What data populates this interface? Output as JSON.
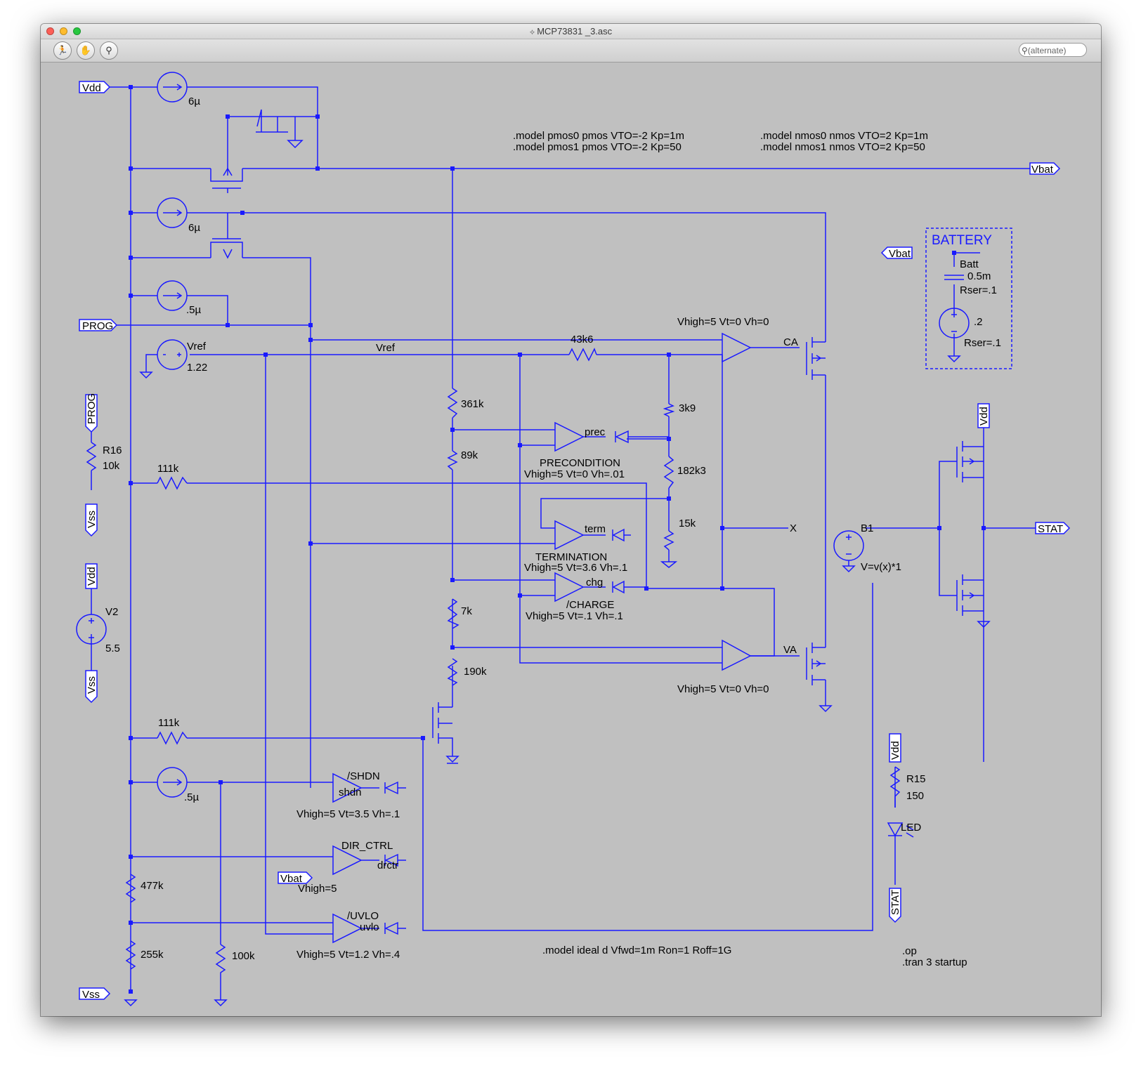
{
  "window": {
    "title": "MCP73831 _3.asc",
    "search_placeholder": "(alternate)",
    "colors": {
      "wire": "#1a1aff",
      "canvas": "#c0c0c0",
      "close": "#fd5f57",
      "minimize": "#febc2e",
      "zoom": "#28c840"
    }
  },
  "toolbar": {
    "tools": [
      {
        "name": "run-icon",
        "glyph": "🏃"
      },
      {
        "name": "pan-hand-icon",
        "glyph": "✋"
      },
      {
        "name": "probe-icon",
        "glyph": "⚲"
      }
    ]
  },
  "schematic": {
    "models": {
      "pmos0": ".model pmos0 pmos VTO=-2 Kp=1m",
      "pmos1": ".model pmos1 pmos VTO=-2 Kp=50",
      "nmos0": ".model nmos0 nmos VTO=2 Kp=1m",
      "nmos1": ".model nmos1 nmos VTO=2 Kp=50",
      "diode": ".model ideal d Vfwd=1m Ron=1 Roff=1G",
      "op": ".op",
      "tran": ".tran 3 startup"
    },
    "nets": {
      "vdd": "Vdd",
      "vbat": "Vbat",
      "prog": "PROG",
      "vss": "Vss",
      "stat": "STAT",
      "vref": "Vref",
      "x": "X"
    },
    "sources": {
      "i6a": "6µ",
      "i6b": "6µ",
      "i05a": ".5µ",
      "i05b": ".5µ",
      "vref_value": "1.22",
      "v2_name": "V2",
      "v2_value": "5.5",
      "b1_name": "B1",
      "b1_expr": "V=v(x)*1"
    },
    "resistors": {
      "r16_name": "R16",
      "r16_value": "10k",
      "r111k_a": "111k",
      "r111k_b": "111k",
      "r43k6": "43k6",
      "r361k": "361k",
      "r89k": "89k",
      "r7k": "7k",
      "r190k": "190k",
      "r3k9": "3k9",
      "r182k3": "182k3",
      "r15k": "15k",
      "r477k": "477k",
      "r255k": "255k",
      "r100k": "100k",
      "r15_name": "R15",
      "r15_value": "150"
    },
    "comparators": {
      "ca_label": "CA",
      "ca_params": "Vhigh=5 Vt=0 Vh=0",
      "va_label": "VA",
      "va_params": "Vhigh=5 Vt=0 Vh=0",
      "prec_out": "prec",
      "prec_name": "PRECONDITION",
      "prec_params": "Vhigh=5 Vt=0 Vh=.01",
      "term_out": "term",
      "term_name": "TERMINATION",
      "term_params": "Vhigh=5 Vt=3.6 Vh=.1",
      "chg_out": "chg",
      "chg_name": "/CHARGE",
      "chg_params": "Vhigh=5 Vt=.1 Vh=.1",
      "shdn_out": "shdn",
      "shdn_name": "/SHDN",
      "shdn_params": "Vhigh=5 Vt=3.5 Vh=.1",
      "dir_out": "drctr",
      "dir_name": "DIR_CTRL",
      "dir_params": "Vhigh=5",
      "uvlo_out": "uvlo",
      "uvlo_name": "/UVLO",
      "uvlo_params": "Vhigh=5 Vt=1.2 Vh=.4"
    },
    "battery": {
      "title": "BATTERY",
      "cap_name": "Batt",
      "cap_value": "0.5m",
      "cap_rser": "Rser=.1",
      "src_value": ".2",
      "src_rser": "Rser=.1"
    },
    "led": {
      "name": "LED"
    }
  }
}
